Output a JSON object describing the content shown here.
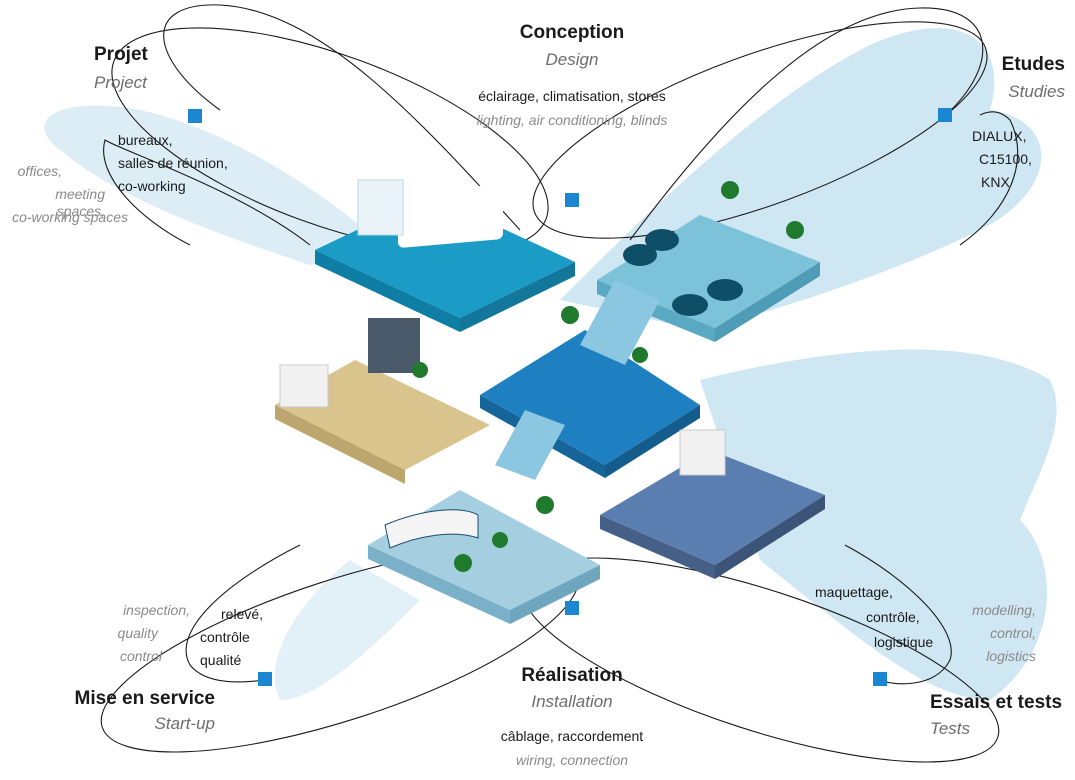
{
  "colors": {
    "wing": "#cfe6f3",
    "wing_dark": "#b9dcee",
    "node": "#1b86d1",
    "floor_meeting": "#1b9cc6",
    "floor_lounge": "#7cc3da",
    "floor_hub": "#1e7fc1",
    "floor_office_sand": "#d9c48d",
    "floor_office_blue": "#5b7eb0",
    "floor_reception": "#a5cfe1",
    "orbit": "#1a1a1a"
  },
  "phases": {
    "projet": {
      "title": "Projet",
      "subtitle": "Project",
      "detail": [
        "bureaux,",
        "salles de réunion,",
        "co-working"
      ],
      "detail_en": [
        "offices,",
        "meeting spaces,",
        "co-working spaces"
      ]
    },
    "conception": {
      "title": "Conception",
      "subtitle": "Design",
      "detail": "éclairage, climatisation, stores",
      "detail_en": "lighting, air conditioning, blinds"
    },
    "etudes": {
      "title": "Etudes",
      "subtitle": "Studies",
      "detail": [
        "DIALUX,",
        "C15100,",
        "KNX"
      ]
    },
    "mise_en_service": {
      "title": "Mise en service",
      "subtitle": "Start-up",
      "detail": [
        "relevé,",
        "contrôle",
        "qualité"
      ],
      "detail_en": [
        "inspection,",
        "quality",
        "control"
      ]
    },
    "realisation": {
      "title": "Réalisation",
      "subtitle": "Installation",
      "detail": "câblage, raccordement",
      "detail_en": "wiring, connection"
    },
    "essais": {
      "title": "Essais et tests",
      "subtitle": "Tests",
      "detail": [
        "maquettage,",
        "contrôle,",
        "logistique"
      ],
      "detail_en": [
        "modelling,",
        "control,",
        "logistics"
      ]
    }
  },
  "illustration": {
    "floors": [
      "meeting-room",
      "lounge",
      "central-hub",
      "open-office",
      "reception",
      "workstations"
    ]
  }
}
